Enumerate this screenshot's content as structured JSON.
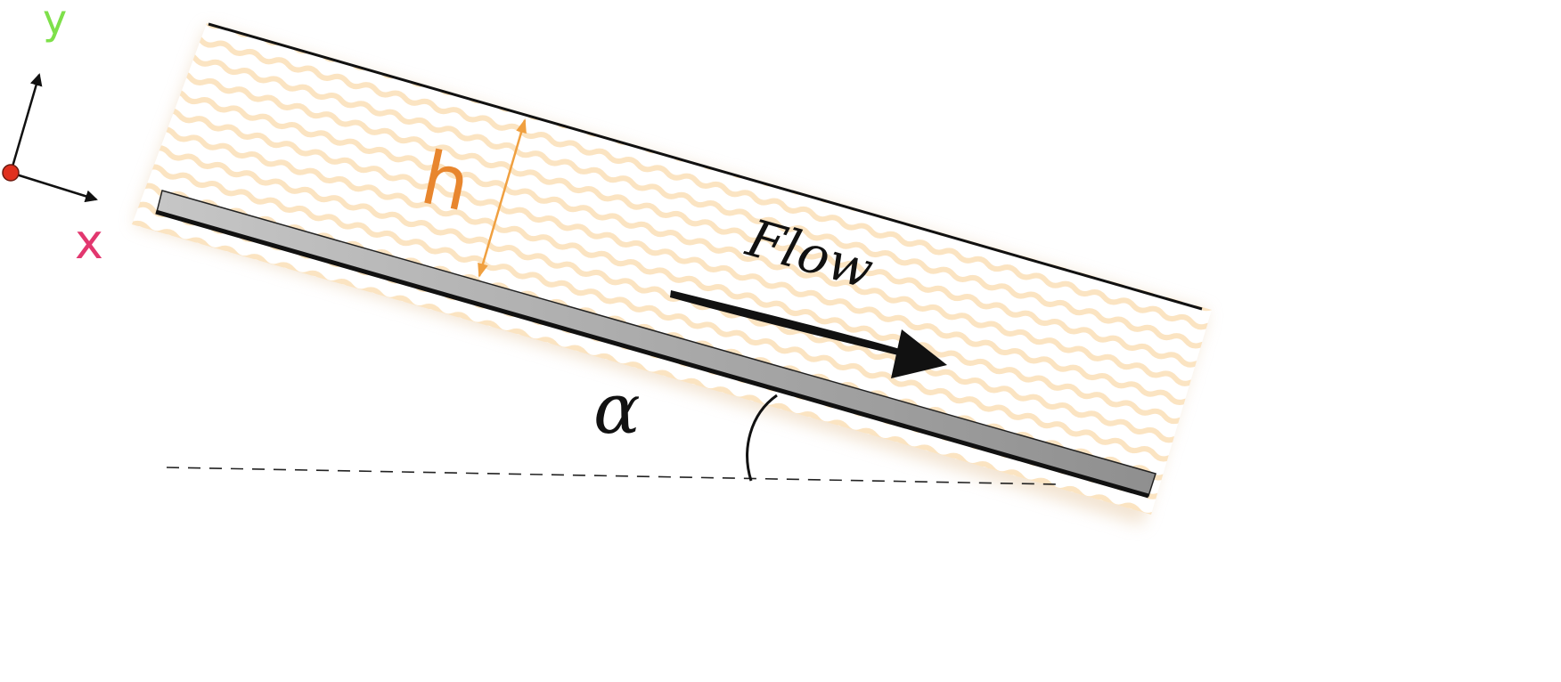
{
  "labels": {
    "y_axis": "y",
    "x_axis": "x",
    "depth": "h",
    "flow": "Flow",
    "angle": "α"
  },
  "colors": {
    "y_axis_label": "#7ee04a",
    "x_axis_label": "#e2376f",
    "depth_label": "#e8862e",
    "depth_arrow": "#f0a040",
    "fluid_wave": "#fbe4c2",
    "origin_dot": "#e0301e",
    "plate_light": "#c6c6c6",
    "plate_dark": "#8f8f8f"
  }
}
